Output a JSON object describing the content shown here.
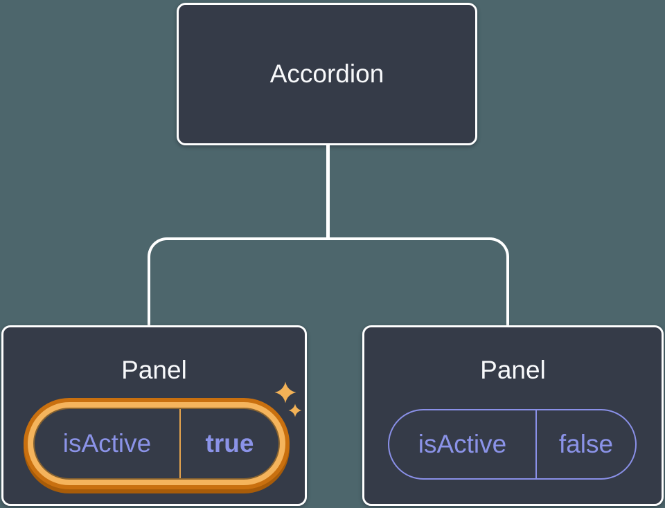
{
  "figure": {
    "type": "component-tree-diagram",
    "root": {
      "label": "Accordion"
    },
    "children": [
      {
        "label": "Panel",
        "highlighted": true,
        "state": {
          "key": "isActive",
          "value": "true"
        },
        "icon": "sparkles-icon"
      },
      {
        "label": "Panel",
        "highlighted": false,
        "state": {
          "key": "isActive",
          "value": "false"
        }
      }
    ]
  },
  "colors": {
    "background": "#4d666c",
    "node_fill": "#353b48",
    "node_border": "#ffffff",
    "title_text": "#f8f9fb",
    "state_text": "#8b93e8",
    "state_outline": "#8a90e8",
    "highlight_ring_light": "#f5b45c",
    "highlight_ring_dark": "#c9700f",
    "highlight_ring_shadow": "#a85c09",
    "highlight_divider": "#e8a64d",
    "sparkle": "#f3b257"
  }
}
